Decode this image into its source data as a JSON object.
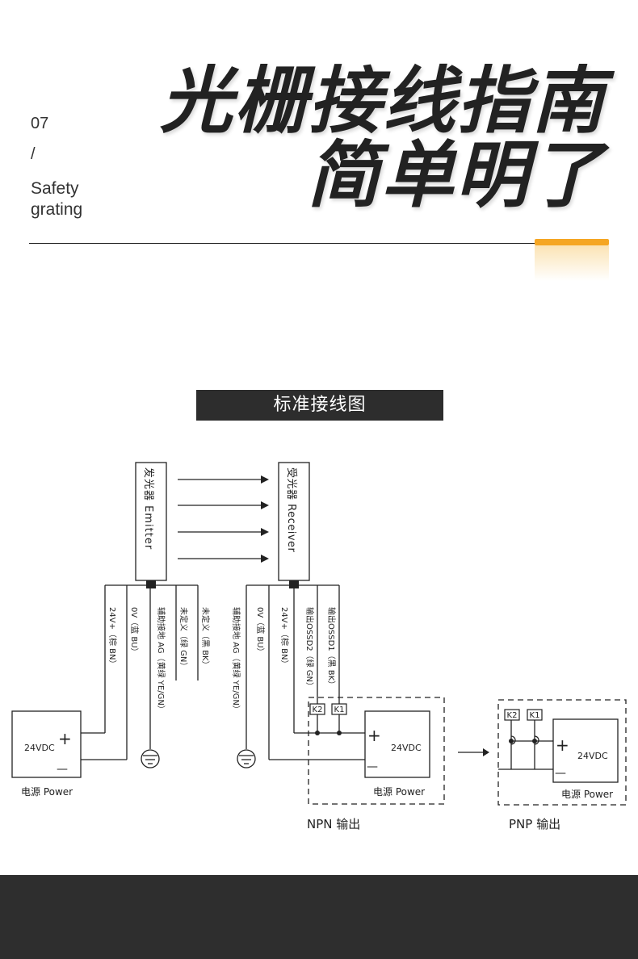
{
  "header": {
    "number": "07",
    "slash": "/",
    "english": "Safety grating",
    "title_line1": "光栅接线指南",
    "title_line2": "简单明了"
  },
  "section": {
    "title": "标准接线图"
  },
  "diagram": {
    "emitter_label": "发光器 Emitter",
    "receiver_label": "受光器 Receiver",
    "emitter_wires": [
      "24V+（棕 BN）",
      "0V（蓝 BU）",
      "辅助接地 AG（黄绿 YE/GN）",
      "未定义（绿 GN）",
      "未定义（黑 BK）"
    ],
    "receiver_wires": [
      "辅助接地 AG（黄绿 YE/GN）",
      "0V（蓝 BU）",
      "24V+（棕 BN）",
      "输出OSSD2（绿 GN）",
      "输出OSSD1（黑 BK）"
    ],
    "power_left": "24VDC",
    "power_left_caption": "电源 Power",
    "power_npn": "24VDC",
    "power_npn_caption": "电源 Power",
    "power_pnp": "24VDC",
    "power_pnp_caption": "电源 Power",
    "relay_k1": "K1",
    "relay_k2": "K2",
    "npn_label": "NPN 输出",
    "pnp_label": "PNP 输出",
    "plus": "+",
    "minus": "—"
  }
}
